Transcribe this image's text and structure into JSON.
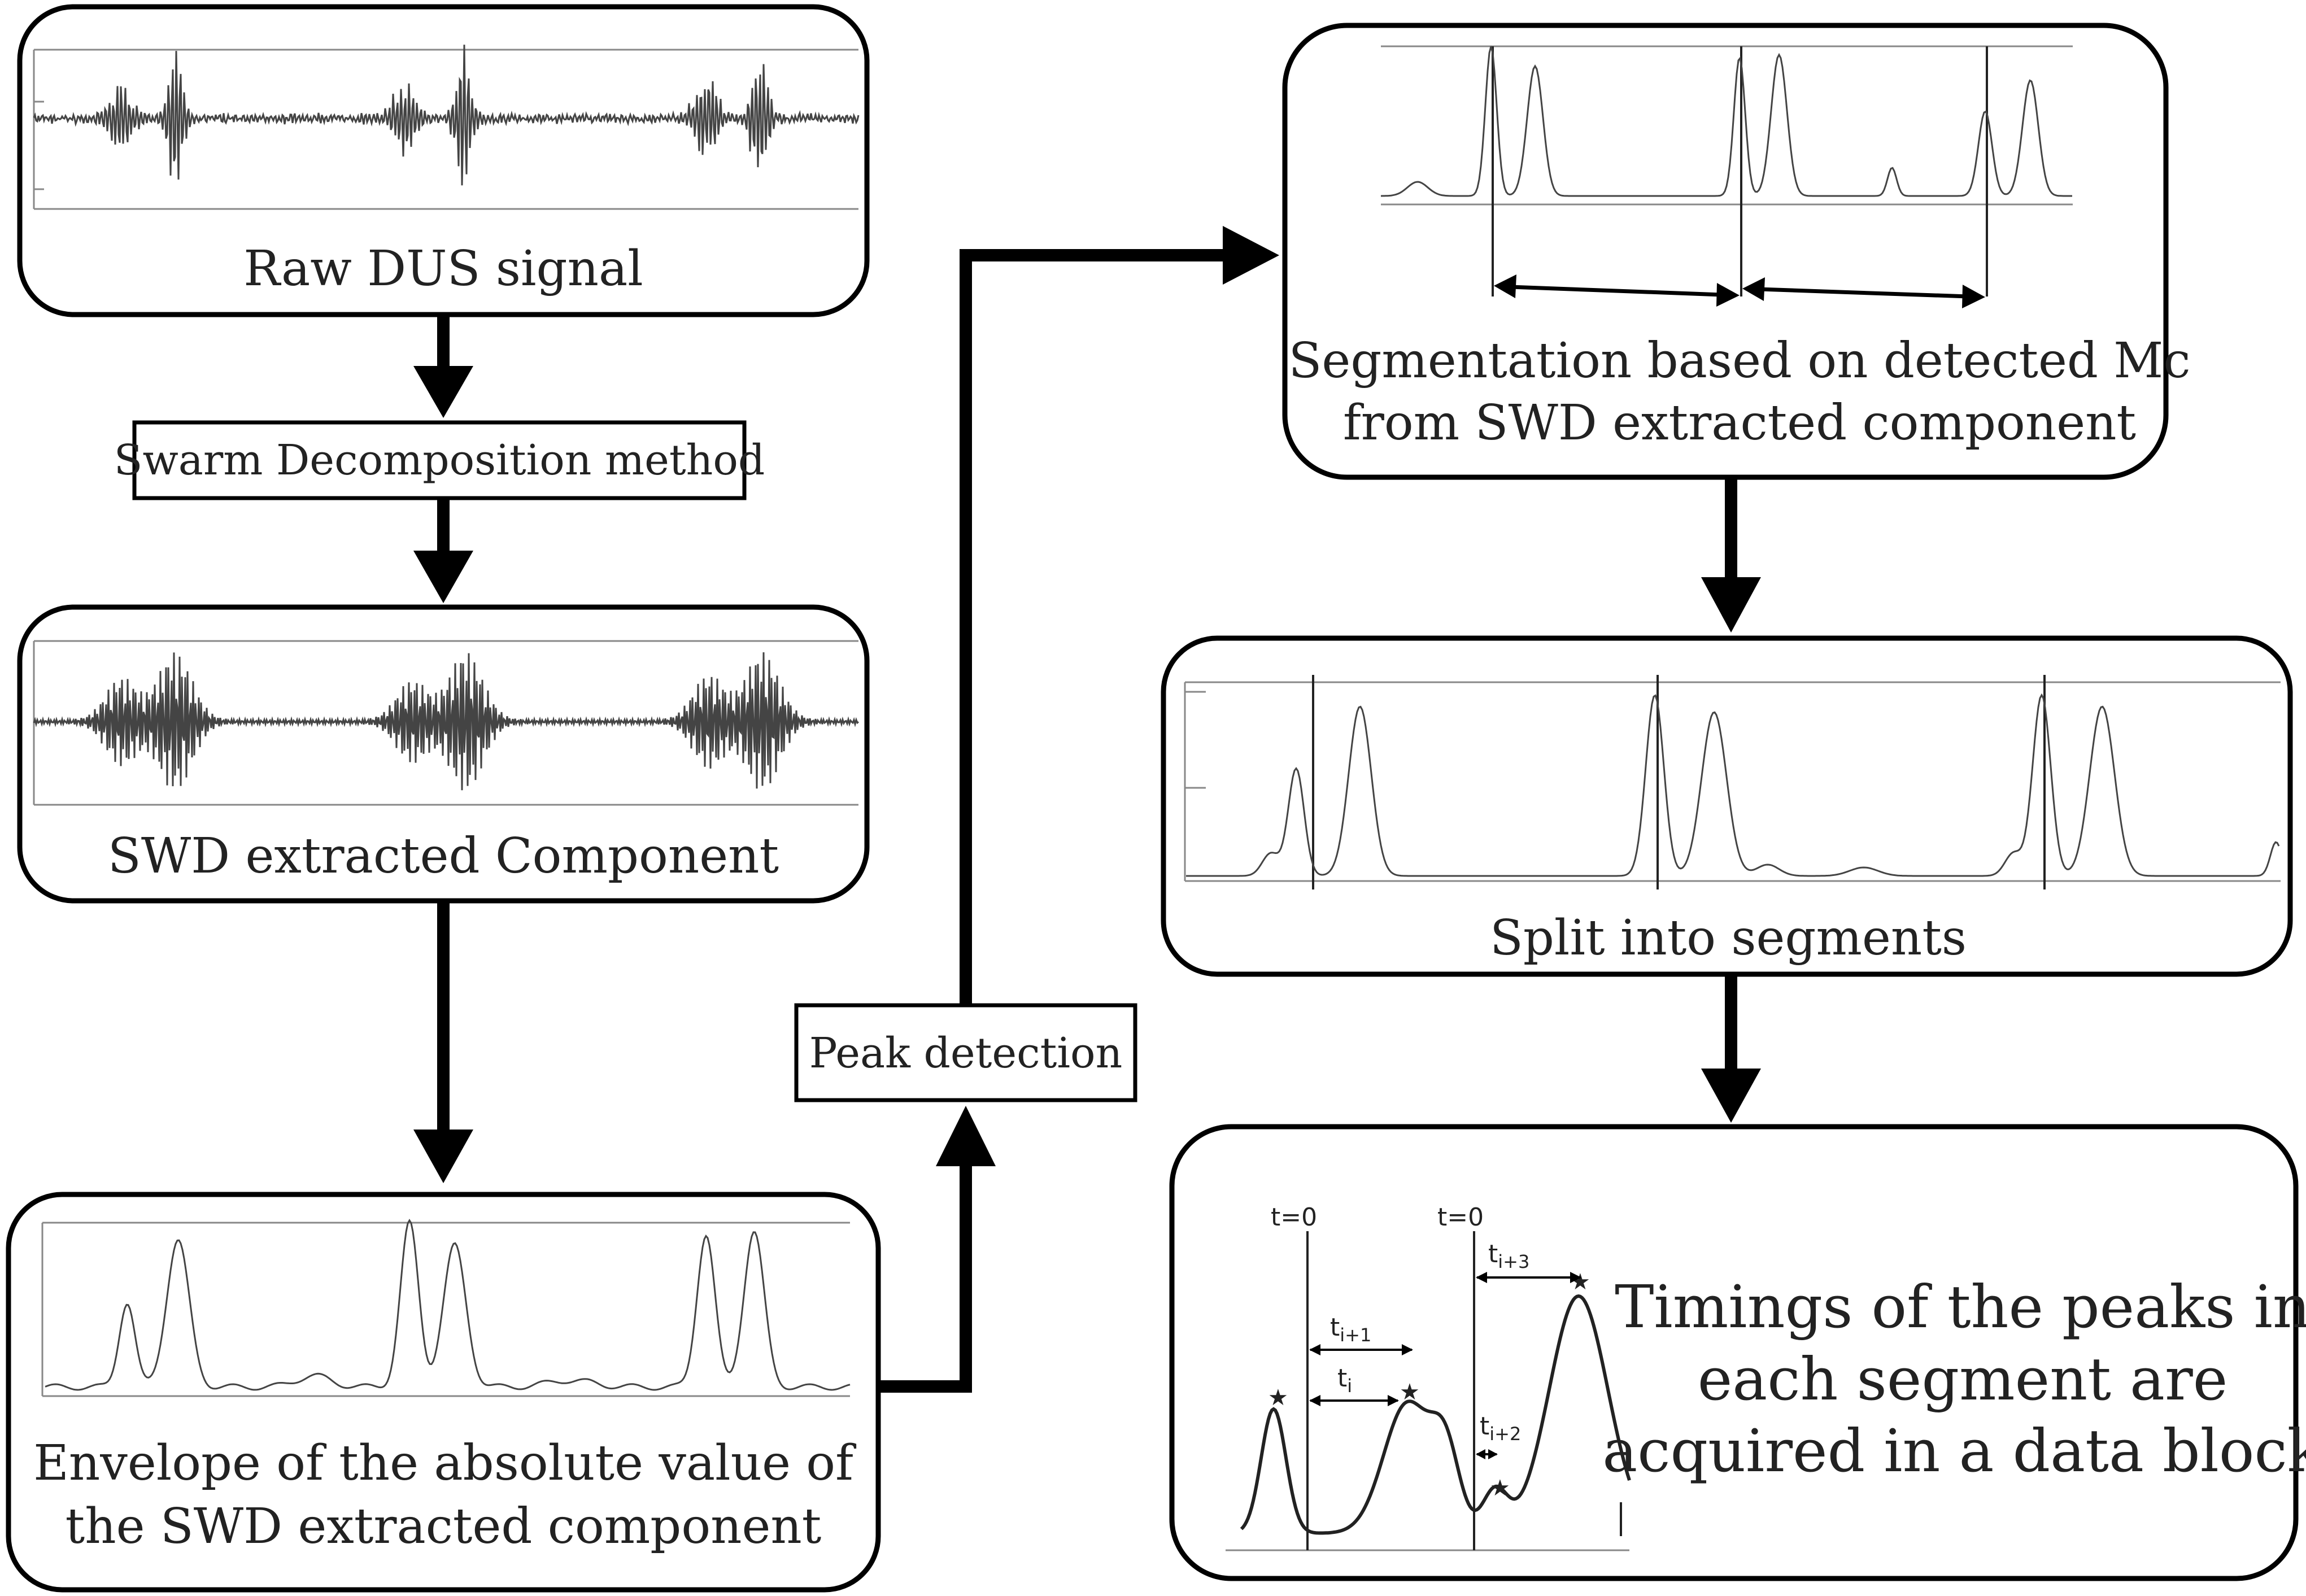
{
  "boxes": {
    "raw": {
      "caption": "Raw DUS signal"
    },
    "swd": {
      "caption": "SWD extracted Component"
    },
    "envelope": {
      "caption_line1": "Envelope of the absolute value of",
      "caption_line2": "the SWD extracted component"
    },
    "segmentation": {
      "caption_line1": "Segmentation based on detected Mc",
      "caption_line2": "from SWD extracted component"
    },
    "split": {
      "caption": "Split into segments"
    },
    "timings": {
      "text_line1": "Timings of the peaks in",
      "text_line2": "each segment are",
      "text_line3": "acquired in a data block",
      "t0_a": "t=0",
      "t0_b": "t=0",
      "t_i1": "t",
      "t_i1_sub": "i+1",
      "t_i": "t",
      "t_i_sub": "i",
      "t_i2": "t",
      "t_i2_sub": "i+2",
      "t_i3": "t",
      "t_i3_sub": "i+3"
    }
  },
  "labels": {
    "swarm": "Swarm Decomposition method",
    "peak": "Peak detection"
  },
  "colors": {
    "stroke": "#000000",
    "trace": "#444444",
    "axis": "#888888",
    "background": "#ffffff"
  }
}
